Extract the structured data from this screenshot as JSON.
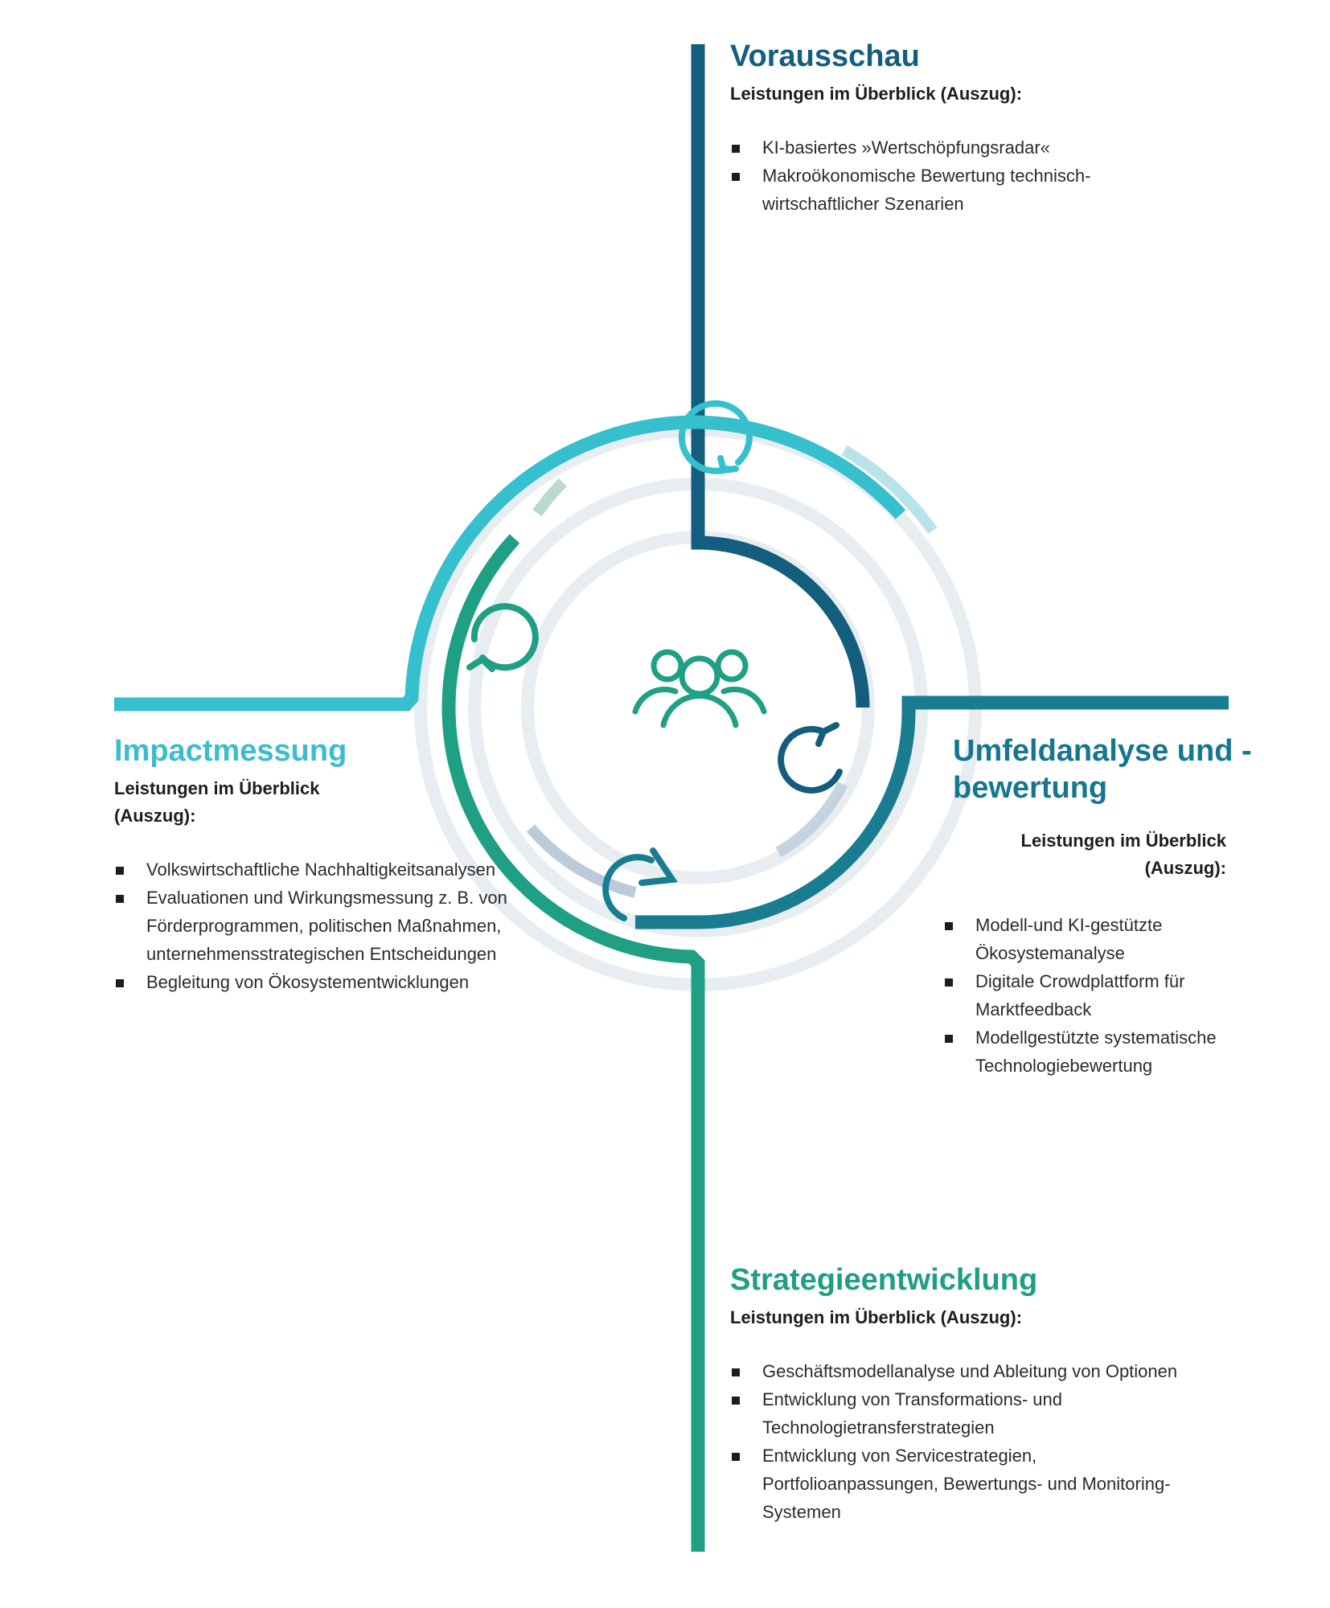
{
  "colors": {
    "vorausschau": "#135d7e",
    "umfeld": "#15768f",
    "strategie": "#1e9e83",
    "impact": "#3cbccc",
    "rings": "#e8edf2"
  },
  "center_icon": "group-of-people-icon",
  "cycle_arrow_icon": "circular-arrow-icon",
  "sections": {
    "vorausschau": {
      "title": "Vorausschau",
      "subtitle": "Leistungen im Überblick (Auszug):",
      "items": [
        "KI-basiertes »Wertschöpfungsradar«",
        "Makroökonomische Bewertung technisch-wirtschaftlicher Szenarien"
      ]
    },
    "umfeld": {
      "title": "Umfeldanalyse und -bewertung",
      "subtitle": "Leistungen im Überblick (Auszug):",
      "items": [
        "Modell-und KI-gestützte Ökosystemanalyse",
        "Digitale Crowdplattform für Marktfeedback",
        "Modellgestützte systematische Technologiebewertung"
      ]
    },
    "strategie": {
      "title": "Strategieentwicklung",
      "subtitle": "Leistungen im Überblick (Auszug):",
      "items": [
        "Geschäftsmodellanalyse und Ableitung von Optionen",
        "Entwicklung von Transformations- und Technologietransferstrategien",
        "Entwicklung von Servicestrategien, Portfolioanpassungen, Bewertungs- und Monitoring-Systemen"
      ]
    },
    "impact": {
      "title": "Impactmessung",
      "subtitle": "Leistungen im Überblick (Auszug):",
      "items": [
        "Volkswirtschaftliche Nachhaltigkeitsanalysen",
        "Evaluationen und Wirkungsmessung z. B. von Förderprogrammen, politischen Maßnahmen, unternehmensstrategischen Entscheidungen",
        "Begleitung von Ökosystementwicklungen"
      ]
    }
  }
}
